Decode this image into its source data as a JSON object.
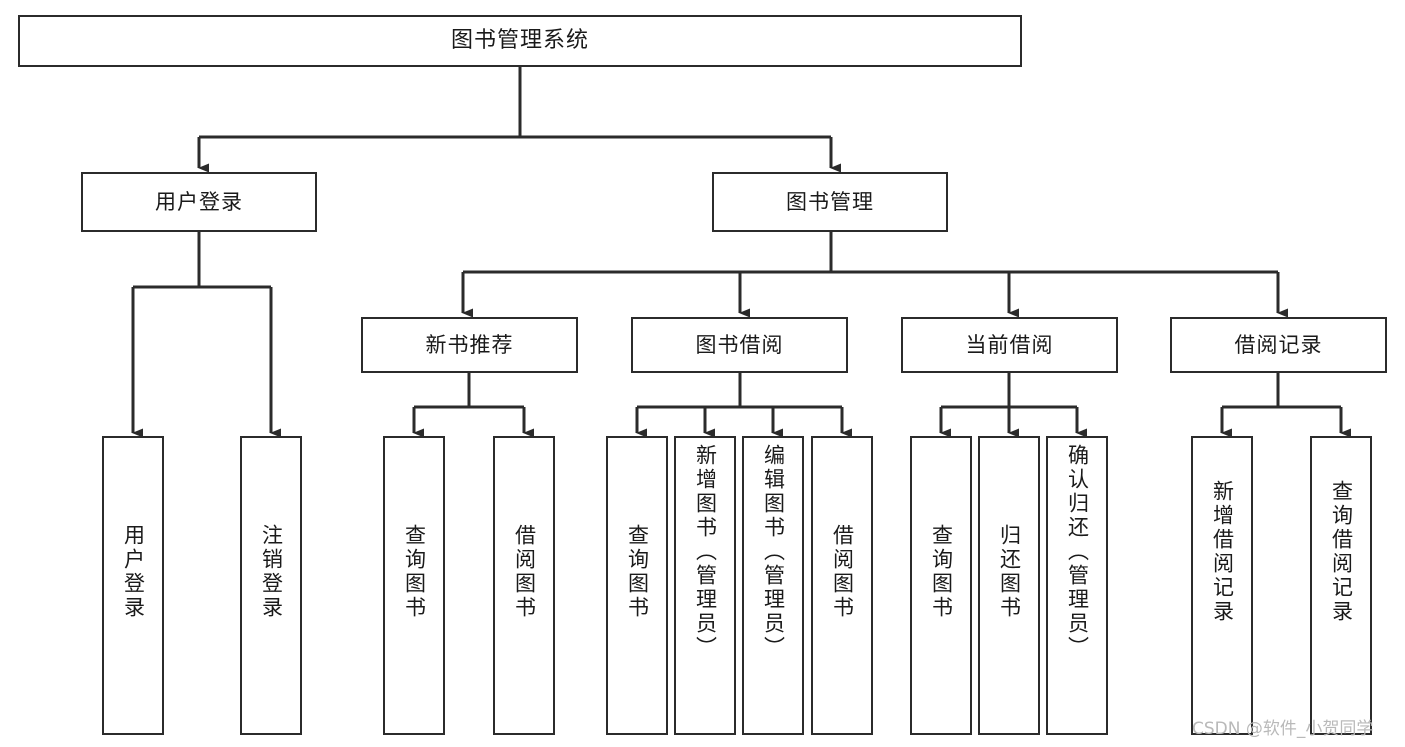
{
  "diagram": {
    "type": "tree-hierarchy",
    "title": "图书管理系统",
    "watermark": "CSDN @软件_小贺同学",
    "colors": {
      "box_border": "#2b2b2b",
      "box_fill": "#ffffff",
      "connector": "#2b2b2b",
      "text": "#1a1a1a",
      "watermark": "#b9b9b9",
      "background": "#ffffff"
    },
    "nodes": {
      "root": {
        "label": "图书管理系统",
        "level": 1,
        "orientation": "horizontal"
      },
      "user_login": {
        "label": "用户登录",
        "level": 2,
        "orientation": "horizontal"
      },
      "book_manage": {
        "label": "图书管理",
        "level": 2,
        "orientation": "horizontal"
      },
      "new_book_rec": {
        "label": "新书推荐",
        "level": 3,
        "orientation": "horizontal"
      },
      "book_borrow": {
        "label": "图书借阅",
        "level": 3,
        "orientation": "horizontal"
      },
      "current_borrow": {
        "label": "当前借阅",
        "level": 3,
        "orientation": "horizontal"
      },
      "borrow_record": {
        "label": "借阅记录",
        "level": 3,
        "orientation": "horizontal"
      },
      "leaf_user_login": {
        "label": "用户登录",
        "level": 4,
        "orientation": "vertical"
      },
      "leaf_logout": {
        "label": "注销登录",
        "level": 4,
        "orientation": "vertical"
      },
      "leaf_query_book_1": {
        "label": "查询图书",
        "level": 4,
        "orientation": "vertical"
      },
      "leaf_borrow_book_1": {
        "label": "借阅图书",
        "level": 4,
        "orientation": "vertical"
      },
      "leaf_query_book_2": {
        "label": "查询图书",
        "level": 4,
        "orientation": "vertical"
      },
      "leaf_add_book": {
        "label": "新增图书（管理员）",
        "level": 4,
        "orientation": "vertical"
      },
      "leaf_edit_book": {
        "label": "编辑图书（管理员）",
        "level": 4,
        "orientation": "vertical"
      },
      "leaf_borrow_book_2": {
        "label": "借阅图书",
        "level": 4,
        "orientation": "vertical"
      },
      "leaf_query_book_3": {
        "label": "查询图书",
        "level": 4,
        "orientation": "vertical"
      },
      "leaf_return_book": {
        "label": "归还图书",
        "level": 4,
        "orientation": "vertical"
      },
      "leaf_confirm_return": {
        "label": "确认归还（管理员）",
        "level": 4,
        "orientation": "vertical"
      },
      "leaf_add_record": {
        "label": "新增借阅记录",
        "level": 4,
        "orientation": "vertical"
      },
      "leaf_query_record": {
        "label": "查询借阅记录",
        "level": 4,
        "orientation": "vertical"
      }
    },
    "edges": [
      {
        "from": "root",
        "to": "user_login"
      },
      {
        "from": "root",
        "to": "book_manage"
      },
      {
        "from": "user_login",
        "to": "leaf_user_login"
      },
      {
        "from": "user_login",
        "to": "leaf_logout"
      },
      {
        "from": "book_manage",
        "to": "new_book_rec"
      },
      {
        "from": "book_manage",
        "to": "book_borrow"
      },
      {
        "from": "book_manage",
        "to": "current_borrow"
      },
      {
        "from": "book_manage",
        "to": "borrow_record"
      },
      {
        "from": "new_book_rec",
        "to": "leaf_query_book_1"
      },
      {
        "from": "new_book_rec",
        "to": "leaf_borrow_book_1"
      },
      {
        "from": "book_borrow",
        "to": "leaf_query_book_2"
      },
      {
        "from": "book_borrow",
        "to": "leaf_add_book"
      },
      {
        "from": "book_borrow",
        "to": "leaf_edit_book"
      },
      {
        "from": "book_borrow",
        "to": "leaf_borrow_book_2"
      },
      {
        "from": "current_borrow",
        "to": "leaf_query_book_3"
      },
      {
        "from": "current_borrow",
        "to": "leaf_return_book"
      },
      {
        "from": "current_borrow",
        "to": "leaf_confirm_return"
      },
      {
        "from": "borrow_record",
        "to": "leaf_add_record"
      },
      {
        "from": "borrow_record",
        "to": "leaf_query_record"
      }
    ]
  }
}
